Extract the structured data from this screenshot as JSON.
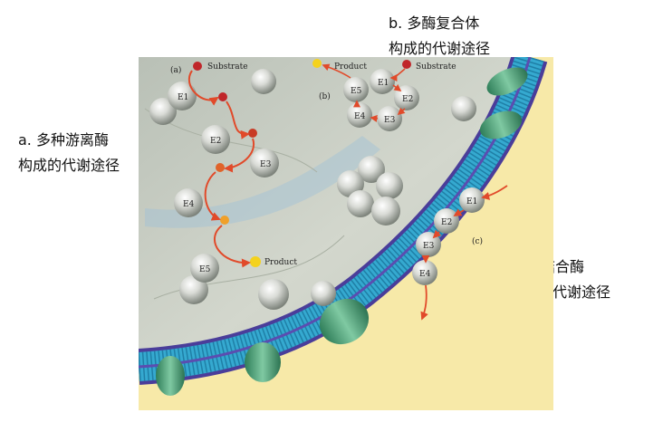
{
  "captions": {
    "a": {
      "line1": "a. 多种游离酶",
      "line2": "构成的代谢途径"
    },
    "b": {
      "line1": "b. 多酶复合体",
      "line2": "构成的代谢途径"
    },
    "c": {
      "line1": "c. 膜结合酶",
      "line2": "构成的代谢途径"
    }
  },
  "panel_a": {
    "tag": "(a)",
    "substrate": "Substrate",
    "product": "Product",
    "enzymes": [
      "E1",
      "E2",
      "E3",
      "E4",
      "E5"
    ]
  },
  "panel_b": {
    "tag": "(b)",
    "substrate": "Substrate",
    "product": "Product",
    "enzymes": [
      "E1",
      "E2",
      "E3",
      "E4",
      "E5"
    ]
  },
  "panel_c": {
    "tag": "(c)",
    "enzymes": [
      "E1",
      "E2",
      "E3",
      "E4"
    ]
  },
  "colors": {
    "membrane_head": "#4a3d9a",
    "membrane_tail": "#35a9d0",
    "protein": "#3f9a70",
    "arrow": "#e14a2a",
    "substrate_dot": "#c0262a",
    "product_dot": "#f4d21e",
    "cytoplasm": "#c9cfc3",
    "outside": "#f7e9a8"
  }
}
